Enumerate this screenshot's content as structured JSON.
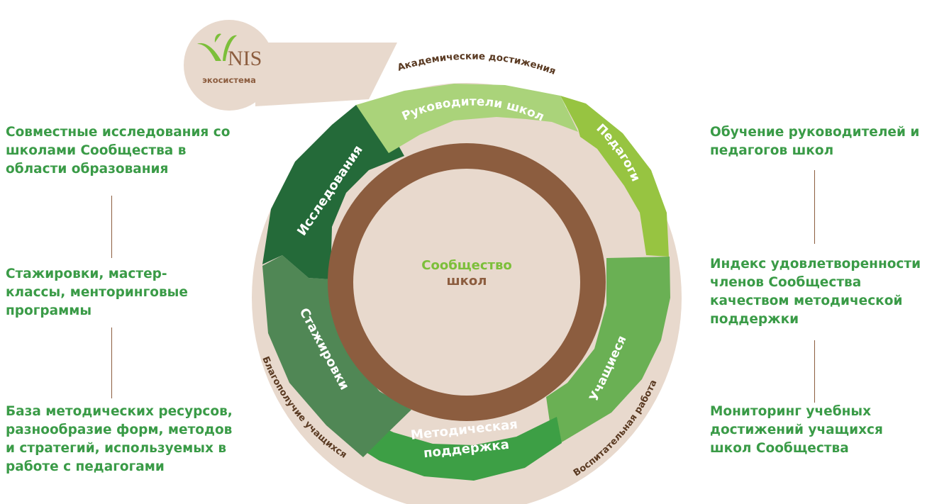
{
  "logo": {
    "brand": "NIS",
    "subtitle": "экосистема"
  },
  "outer_ring": {
    "top_label": "Академические достижения",
    "left_label": "Благополучие учащихся",
    "right_label": "Воспитательная работа"
  },
  "segments": [
    "Руководители школ",
    "Педагоги",
    "Учащиеся",
    "Методическая поддержка",
    "Стажировки",
    "Исследования"
  ],
  "segment_lines": {
    "methodical_line1": "Методическая",
    "methodical_line2": "поддержка"
  },
  "center": {
    "line1": "Сообщество",
    "line2": "школ"
  },
  "left_column": [
    "Совместные исследования со школами Сообщества в области образования",
    "Стажировки, мастер-классы, менторинговые программы",
    "База методических ресурсов, разнообразие форм, методов и стратегий, используемых в работе с педагогами"
  ],
  "right_column": [
    "Обучение руководителей и педагогов школ",
    "Индекс удовлетворенности членов Сообщества качеством методической поддержки",
    "Мониторинг учебных достижений учащихся школ Сообщества"
  ],
  "colors": {
    "text_green": "#3a9b47",
    "brown": "#8c5d3f",
    "ring_beige": "#e8d9cd",
    "leaders": "#aad37a",
    "teachers": "#97c441",
    "students": "#6ab054",
    "methodical": "#3d9f45",
    "internships": "#508755",
    "research": "#246a39"
  }
}
